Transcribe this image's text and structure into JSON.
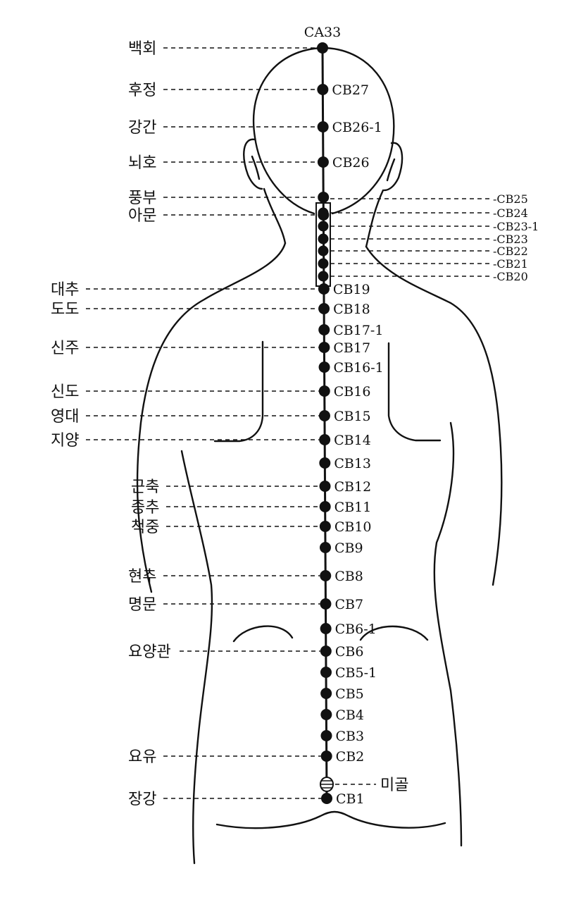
{
  "top_point": "CA33",
  "left_points": [
    {
      "kr": "백회",
      "code": ""
    },
    {
      "kr": "후정",
      "code": "CB27"
    },
    {
      "kr": "강간",
      "code": "CB26-1"
    },
    {
      "kr": "뇌호",
      "code": "CB26"
    },
    {
      "kr": "풍부",
      "code": ""
    },
    {
      "kr": "아문",
      "code": ""
    },
    {
      "kr": "대추",
      "code": "CB19"
    },
    {
      "kr": "도도",
      "code": "CB18"
    },
    {
      "kr": "",
      "code": "CB17-1"
    },
    {
      "kr": "신주",
      "code": "CB17"
    },
    {
      "kr": "",
      "code": "CB16-1"
    },
    {
      "kr": "신도",
      "code": "CB16"
    },
    {
      "kr": "영대",
      "code": "CB15"
    },
    {
      "kr": "지양",
      "code": "CB14"
    },
    {
      "kr": "",
      "code": "CB13"
    },
    {
      "kr": "근축",
      "code": "CB12"
    },
    {
      "kr": "중추",
      "code": "CB11"
    },
    {
      "kr": "척중",
      "code": "CB10"
    },
    {
      "kr": "",
      "code": "CB9"
    },
    {
      "kr": "현추",
      "code": "CB8"
    },
    {
      "kr": "명문",
      "code": "CB7"
    },
    {
      "kr": "",
      "code": "CB6-1"
    },
    {
      "kr": "요양관",
      "code": "CB6"
    },
    {
      "kr": "",
      "code": "CB5-1"
    },
    {
      "kr": "",
      "code": "CB5"
    },
    {
      "kr": "",
      "code": "CB4"
    },
    {
      "kr": "",
      "code": "CB3"
    },
    {
      "kr": "요유",
      "code": "CB2"
    },
    {
      "kr": "장강",
      "code": "CB1"
    }
  ],
  "neck_points": [
    "-CB25",
    "-CB24",
    "-CB23-1",
    "-CB23",
    "-CB22",
    "-CB21",
    "-CB20"
  ],
  "coccyx_label": "미골"
}
